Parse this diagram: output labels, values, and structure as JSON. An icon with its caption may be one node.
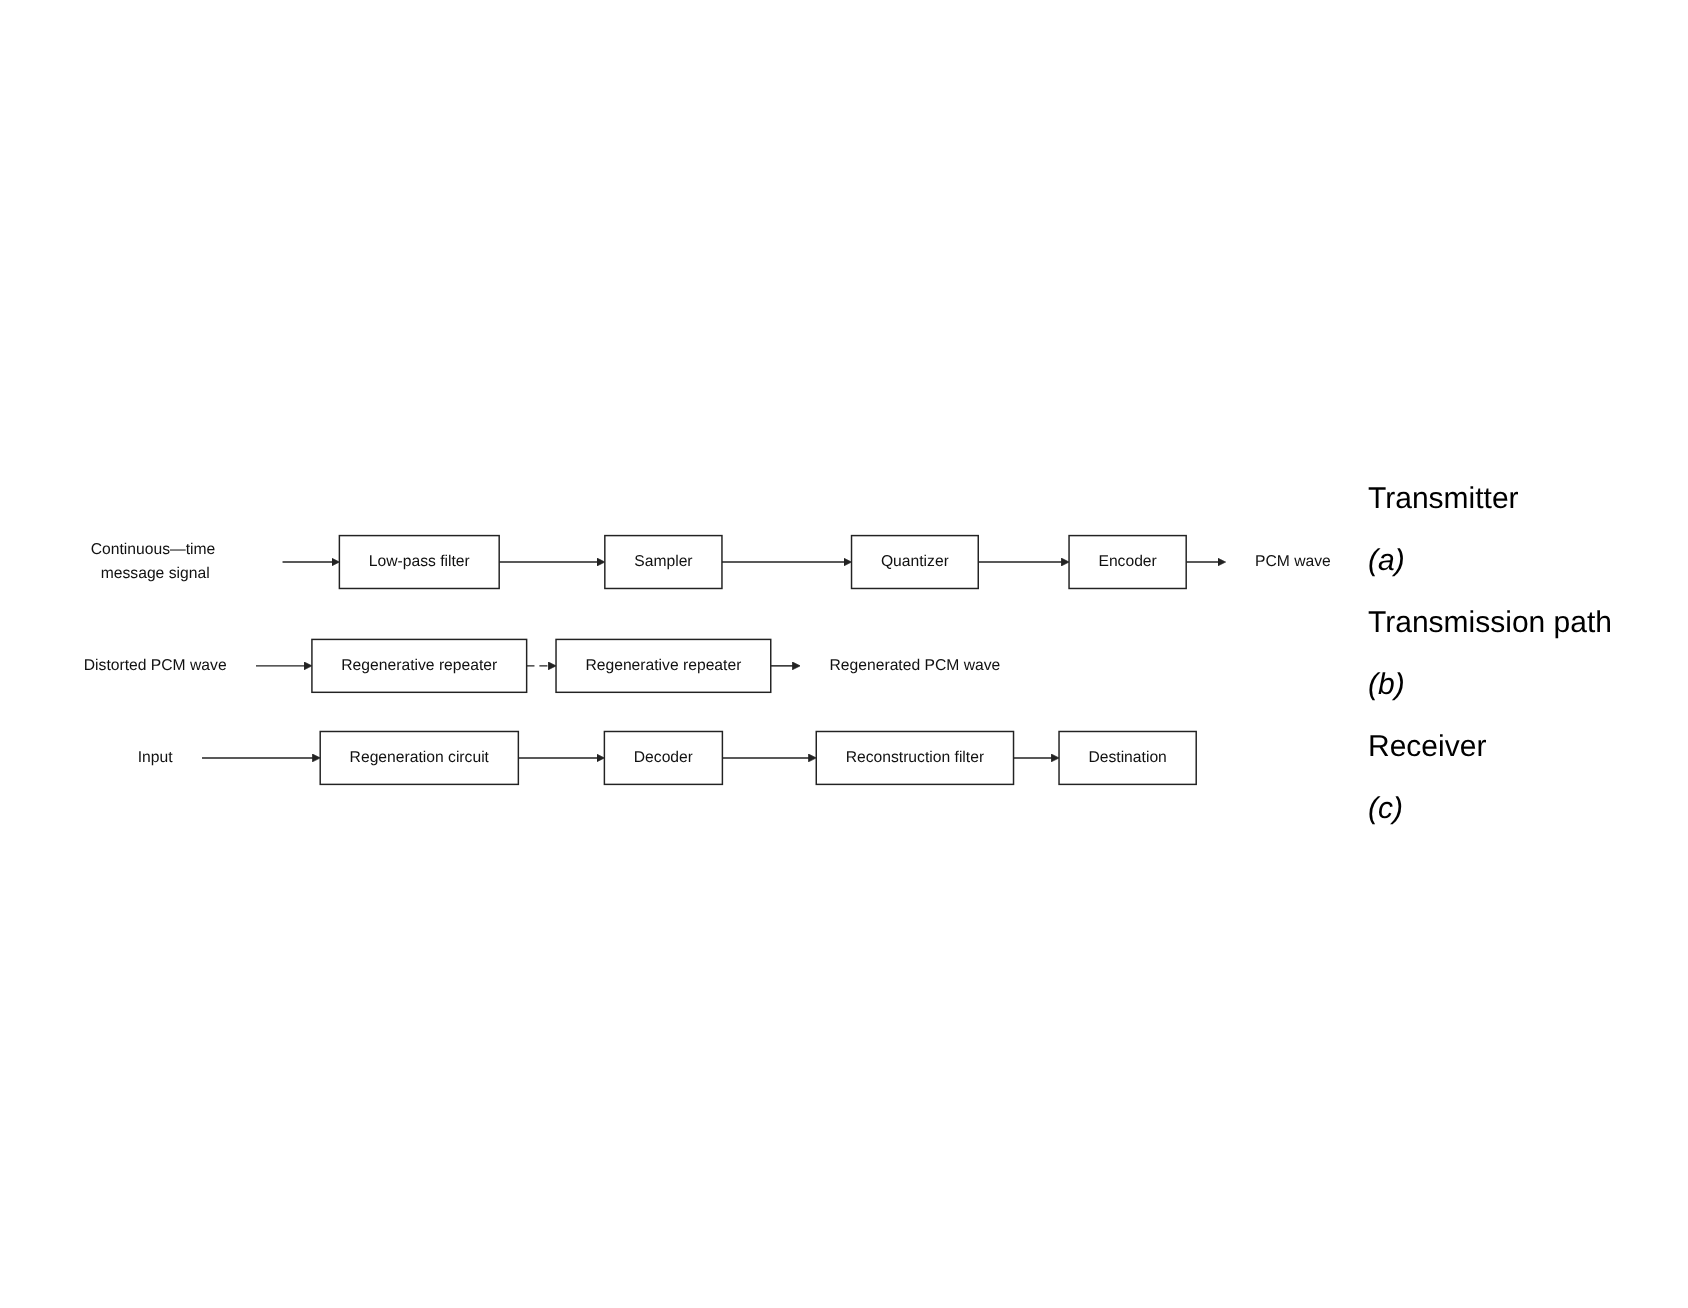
{
  "diagram": {
    "nodes": [
      {
        "text": [
          "Continuous—time message signal"
        ]
      },
      {
        "text": [
          "Low-pass filter"
        ]
      },
      {
        "text": [
          "Sampler"
        ]
      },
      {
        "text": [
          "Quantizer"
        ]
      },
      {
        "text": [
          "Encoder"
        ]
      },
      {
        "text": [
          "PCM wave"
        ]
      },
      {
        "text": [
          "Distorted PCM wave"
        ]
      },
      {
        "text": [
          "Regenerative repeater"
        ]
      },
      {
        "text": [
          "Regenerative repeater"
        ]
      },
      {
        "text": [
          "Regenerated PCM wave"
        ]
      },
      {
        "text": [
          "Input"
        ]
      },
      {
        "text": [
          "Regeneration circuit"
        ]
      },
      {
        "text": [
          "Decoder"
        ]
      },
      {
        "text": [
          "Reconstruction filter"
        ]
      },
      {
        "text": [
          "Destination"
        ]
      }
    ],
    "edges": [
      {
        "from": 0,
        "to": 1,
        "arrow": "to"
      },
      {
        "from": 1,
        "to": 2,
        "arrow": "to"
      },
      {
        "from": 2,
        "to": 3,
        "arrow": "to"
      },
      {
        "from": 3,
        "to": 4,
        "arrow": "to"
      },
      {
        "from": 4,
        "to": 5,
        "arrow": "to"
      },
      {
        "from": 6,
        "to": 7,
        "arrow": "to"
      },
      {
        "from": 7,
        "to": 8,
        "arrow": "to",
        "style": "dashed"
      },
      {
        "from": 8,
        "to": 9,
        "arrow": "to"
      },
      {
        "from": 10,
        "to": 11,
        "arrow": "to"
      },
      {
        "from": 11,
        "to": 12,
        "arrow": "to"
      },
      {
        "from": 12,
        "to": 13,
        "arrow": "to"
      },
      {
        "from": 13,
        "to": 14,
        "arrow": "to"
      }
    ],
    "labels": [
      "Transmitter",
      "(a)",
      "Transmission path",
      "(b)",
      "Receiver",
      "(c)"
    ]
  }
}
